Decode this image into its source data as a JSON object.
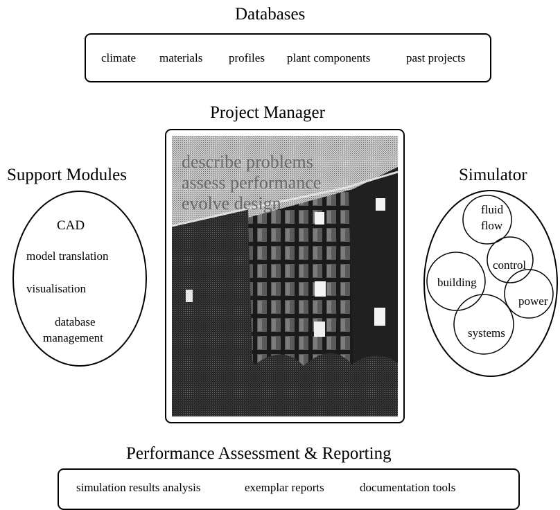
{
  "databases": {
    "title": "Databases",
    "items": [
      "climate",
      "materials",
      "profiles",
      "plant components",
      "past projects"
    ]
  },
  "project_manager": {
    "title": "Project Manager",
    "overlay_lines": [
      "describe problems",
      "assess performance",
      "evolve design"
    ]
  },
  "support_modules": {
    "title": "Support Modules",
    "items": [
      "CAD",
      "model translation",
      "visualisation",
      "database",
      "management"
    ]
  },
  "simulator": {
    "title": "Simulator",
    "labels": [
      "fluid",
      "flow",
      "control",
      "building",
      "power",
      "systems"
    ]
  },
  "reporting": {
    "title": "Performance Assessment & Reporting",
    "items": [
      "simulation results analysis",
      "exemplar reports",
      "documentation tools"
    ]
  }
}
